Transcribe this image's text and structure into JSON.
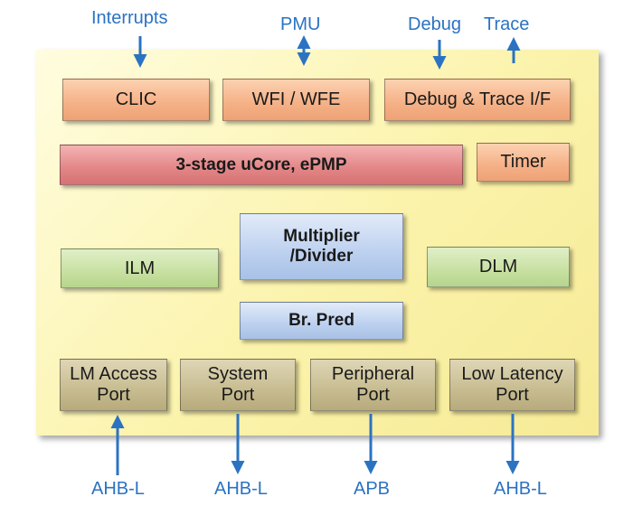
{
  "signals": {
    "interrupts": "Interrupts",
    "pmu": "PMU",
    "debug": "Debug",
    "trace": "Trace",
    "ahb_l_1": "AHB-L",
    "ahb_l_2": "AHB-L",
    "apb": "APB",
    "ahb_l_3": "AHB-L"
  },
  "blocks": {
    "clic": "CLIC",
    "wfi_wfe": "WFI / WFE",
    "debug_trace_if": "Debug & Trace I/F",
    "ucore": "3-stage uCore, ePMP",
    "timer": "Timer",
    "ilm": "ILM",
    "mul_div_line1": "Multiplier",
    "mul_div_line2": "/Divider",
    "dlm": "DLM",
    "br_pred": "Br. Pred",
    "lm_port_line1": "LM Access",
    "lm_port_line2": "Port",
    "sys_port_line1": "System",
    "sys_port_line2": "Port",
    "periph_port_line1": "Peripheral",
    "periph_port_line2": "Port",
    "lowlat_port_line1": "Low Latency",
    "lowlat_port_line2": "Port"
  },
  "colors": {
    "arrow": "#2b73c2",
    "label": "#2b73c2"
  }
}
